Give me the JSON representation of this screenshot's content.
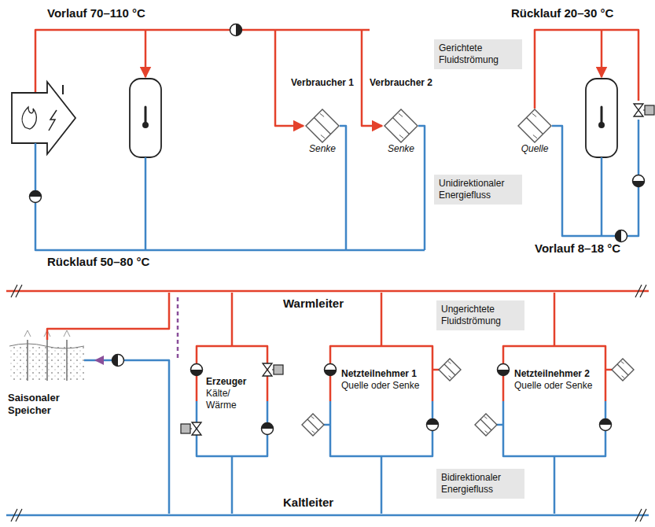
{
  "diagram": {
    "nodes": [
      {
        "text": [
          "Gerichtete Fluidströmung"
        ]
      },
      {
        "text": [
          "Senke"
        ]
      },
      {
        "text": [
          "Senke"
        ]
      },
      {
        "text": [
          "Quelle"
        ]
      },
      {
        "text": [
          "Unidirektionaler Energiefluss"
        ]
      },
      {
        "text": [
          "Ungerichtete Fluidströmung"
        ]
      },
      {
        "text": [
          "Bidirektionaler Energiefluss"
        ]
      }
    ],
    "labels": [
      "Vorlauf 70–110 °C",
      "Rücklauf 20–30 °C",
      "Verbraucher 1",
      "Verbraucher 2",
      "Rücklauf 50–80 °C",
      "Vorlauf 8–18 °C",
      "Warmleiter",
      "Erzeuger",
      "Kälte/ Wärme",
      "Netzteilnehmer 1",
      "Quelle oder Senke",
      "Netzteilnehmer 2",
      "Quelle oder Senke",
      "Saisonaler Speicher",
      "Kaltleiter"
    ]
  }
}
